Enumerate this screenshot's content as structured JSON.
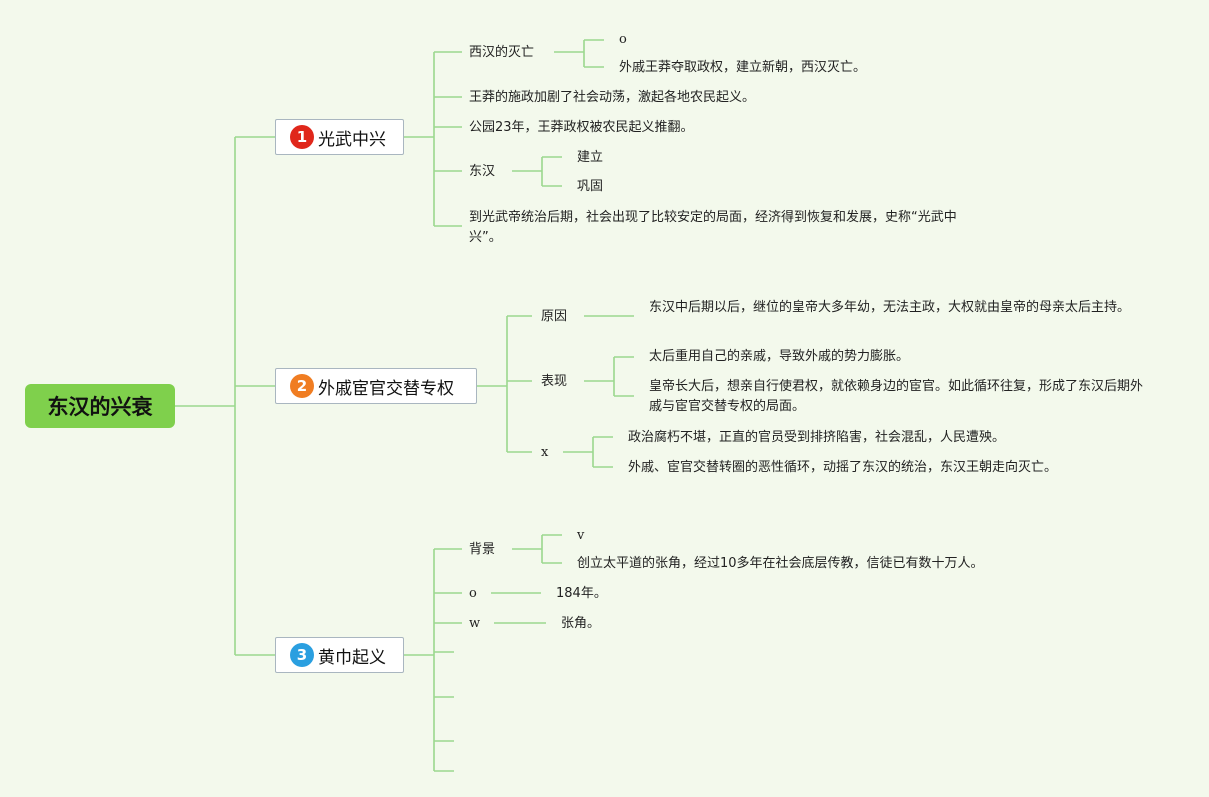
{
  "root": {
    "title": "东汉的兴衰",
    "color": "#7fd04c"
  },
  "branches": [
    {
      "number": "1",
      "badge_color": "#e0271b",
      "label": "光武中兴",
      "items": [
        {
          "label": "西汉的灭亡",
          "children": [
            "o",
            "外戚王莽夺取政权，建立新朝，西汉灭亡。"
          ]
        },
        {
          "label": "王莽的施政加剧了社会动荡，激起各地农民起义。"
        },
        {
          "label": "公园23年，王莽政权被农民起义推翻。"
        },
        {
          "label": "东汉",
          "children": [
            "建立",
            "巩固"
          ]
        },
        {
          "label": "到光武帝统治后期，社会出现了比较安定的局面，经济得到恢复和发展，史称“光武中兴”。"
        }
      ]
    },
    {
      "number": "2",
      "badge_color": "#f07d22",
      "label": "外戚宦官交替专权",
      "items": [
        {
          "label": "原因",
          "children": [
            "东汉中后期以后，继位的皇帝大多年幼，无法主政，大权就由皇帝的母亲太后主持。"
          ]
        },
        {
          "label": "表现",
          "children": [
            "太后重用自己的亲戚，导致外戚的势力膨胀。",
            "皇帝长大后，想亲自行使君权，就依赖身边的宦官。如此循环往复，形成了东汉后期外戚与宦官交替专权的局面。"
          ]
        },
        {
          "label": "x",
          "children": [
            "政治腐朽不堪，正直的官员受到排挤陷害，社会混乱，人民遭殃。",
            "外戚、宦官交替转圈的恶性循环，动摇了东汉的统治，东汉王朝走向灭亡。"
          ]
        }
      ]
    },
    {
      "number": "3",
      "badge_color": "#2a9fe0",
      "label": "黄巾起义",
      "items": [
        {
          "label": "背景",
          "children": [
            "v",
            "创立太平道的张角，经过10多年在社会底层传教，信徒已有数十万人。"
          ]
        },
        {
          "label": "o",
          "children": [
            "184年。"
          ]
        },
        {
          "label": "w",
          "children": [
            "张角。"
          ]
        }
      ]
    }
  ],
  "line_color": "#9bd88e"
}
